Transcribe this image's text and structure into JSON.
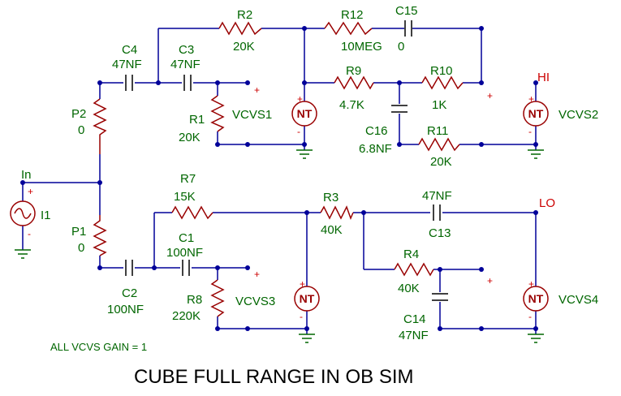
{
  "title": "CUBE FULL RANGE IN OB SIM",
  "note": "ALL VCVS GAIN = 1",
  "ports": {
    "in": "In",
    "hi": "HI",
    "lo": "LO"
  },
  "source": {
    "name": "I1"
  },
  "vcvs_body": "NT",
  "components": {
    "R2": {
      "name": "R2",
      "value": "20K"
    },
    "R12": {
      "name": "R12",
      "value": "10MEG"
    },
    "C15": {
      "name": "C15",
      "value": "0"
    },
    "C4": {
      "name": "C4",
      "value": "47NF"
    },
    "C3": {
      "name": "C3",
      "value": "47NF"
    },
    "P2": {
      "name": "P2",
      "value": "0"
    },
    "R1": {
      "name": "R1",
      "value": "20K"
    },
    "VCVS1": {
      "name": "VCVS1"
    },
    "R9": {
      "name": "R9",
      "value": "4.7K"
    },
    "R10": {
      "name": "R10",
      "value": "1K"
    },
    "C16": {
      "name": "C16",
      "value": "6.8NF"
    },
    "R11": {
      "name": "R11",
      "value": "20K"
    },
    "VCVS2": {
      "name": "VCVS2"
    },
    "R7": {
      "name": "R7",
      "value": "15K"
    },
    "R3": {
      "name": "R3",
      "value": "40K"
    },
    "C13": {
      "name": "C13",
      "value": "47NF"
    },
    "P1": {
      "name": "P1",
      "value": "0"
    },
    "C1": {
      "name": "C1",
      "value": "100NF"
    },
    "C2": {
      "name": "C2",
      "value": "100NF"
    },
    "R8": {
      "name": "R8",
      "value": "220K"
    },
    "VCVS3": {
      "name": "VCVS3"
    },
    "R4": {
      "name": "R4",
      "value": "40K"
    },
    "C14": {
      "name": "C14",
      "value": "47NF"
    },
    "VCVS4": {
      "name": "VCVS4"
    }
  },
  "signs": {
    "plus": "+",
    "minus": "-"
  }
}
